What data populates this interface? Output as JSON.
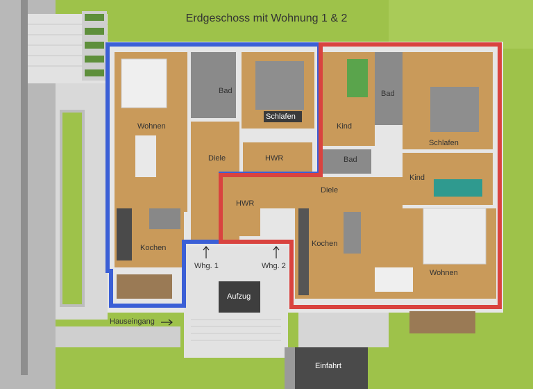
{
  "title": "Erdgeschoss mit Wohnung 1 & 2",
  "colors": {
    "lawn": "#9ec24a",
    "lawn_light": "#b5d467",
    "paving": "#d8d8d8",
    "wall": "#cfcfcf",
    "floor_wood": "#c99a5a",
    "floor_tile": "#7e7e7e",
    "apartment_1_outline": "#3b5fd6",
    "apartment_2_outline": "#d9433f"
  },
  "rooms": {
    "w1_wohnen": "Wohnen",
    "w1_bad": "Bad",
    "w1_schlafen": "Schlafen",
    "w1_diele": "Diele",
    "w1_hwr": "HWR",
    "w1_kochen": "Kochen",
    "w2_kind_1": "Kind",
    "w2_bad_1": "Bad",
    "w2_bad_2": "Bad",
    "w2_schlafen": "Schlafen",
    "w2_kind_2": "Kind",
    "w2_diele": "Diele",
    "w2_hwr": "HWR",
    "w2_kochen": "Kochen",
    "w2_wohnen": "Wohnen"
  },
  "entrances": {
    "whg1": "Whg. 1",
    "whg2": "Whg. 2",
    "hauseingang": "Hauseingang",
    "aufzug": "Aufzug",
    "einfahrt": "Einfahrt"
  }
}
